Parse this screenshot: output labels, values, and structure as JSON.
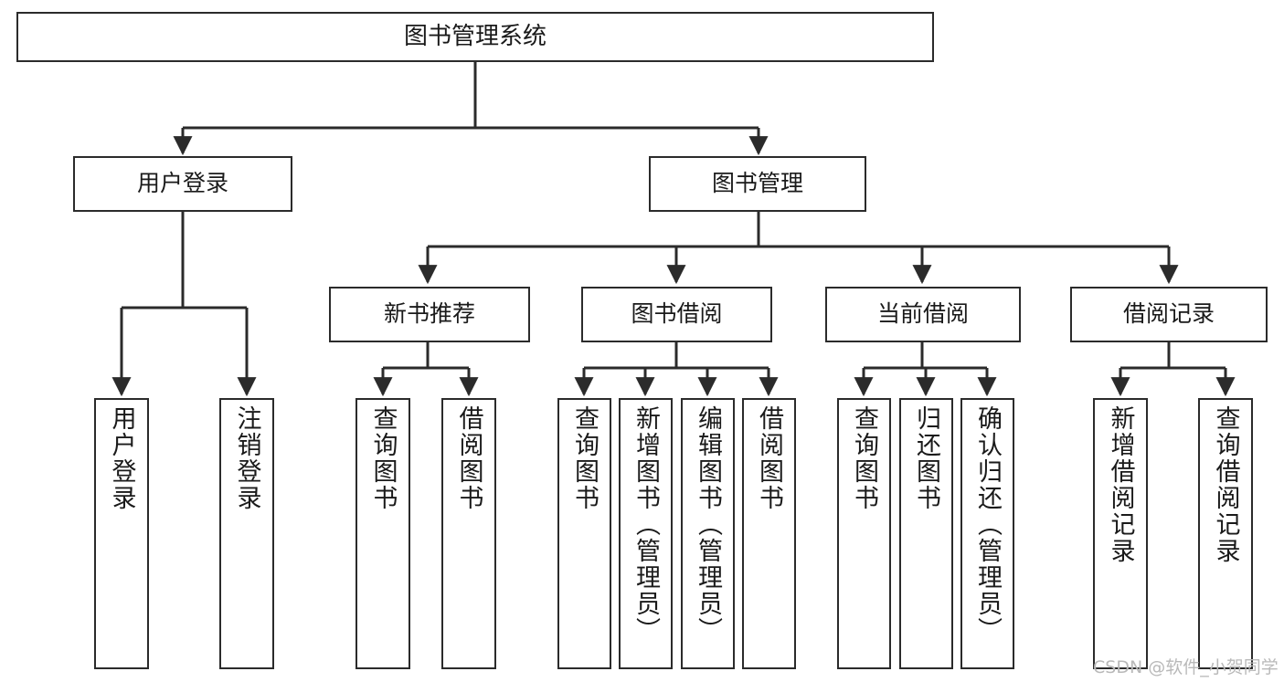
{
  "diagram": {
    "title": "图书管理系统",
    "type": "tree-hierarchy-diagram",
    "colors": {
      "stroke": "#2b2b2b",
      "fill": "#ffffff",
      "text": "#1a1a1a",
      "watermark": "#b9b9b9"
    }
  },
  "nodes": {
    "root": {
      "label": "图书管理系统"
    },
    "level1": [
      {
        "label": "用户登录"
      },
      {
        "label": "图书管理"
      }
    ],
    "level2": [
      {
        "label": "新书推荐"
      },
      {
        "label": "图书借阅"
      },
      {
        "label": "当前借阅"
      },
      {
        "label": "借阅记录"
      }
    ],
    "leaves_user_login": [
      {
        "label": "用户登录"
      },
      {
        "label": "注销登录"
      }
    ],
    "leaves_new_book": [
      {
        "label": "查询图书"
      },
      {
        "label": "借阅图书"
      }
    ],
    "leaves_borrow": [
      {
        "label": "查询图书"
      },
      {
        "label": "新增图书（管理员）"
      },
      {
        "label": "编辑图书（管理员）"
      },
      {
        "label": "借阅图书"
      }
    ],
    "leaves_current": [
      {
        "label": "查询图书"
      },
      {
        "label": "归还图书"
      },
      {
        "label": "确认归还（管理员）"
      }
    ],
    "leaves_records": [
      {
        "label": "新增借阅记录"
      },
      {
        "label": "查询借阅记录"
      }
    ]
  },
  "watermark": {
    "text": "CSDN @软件_小贺同学"
  }
}
